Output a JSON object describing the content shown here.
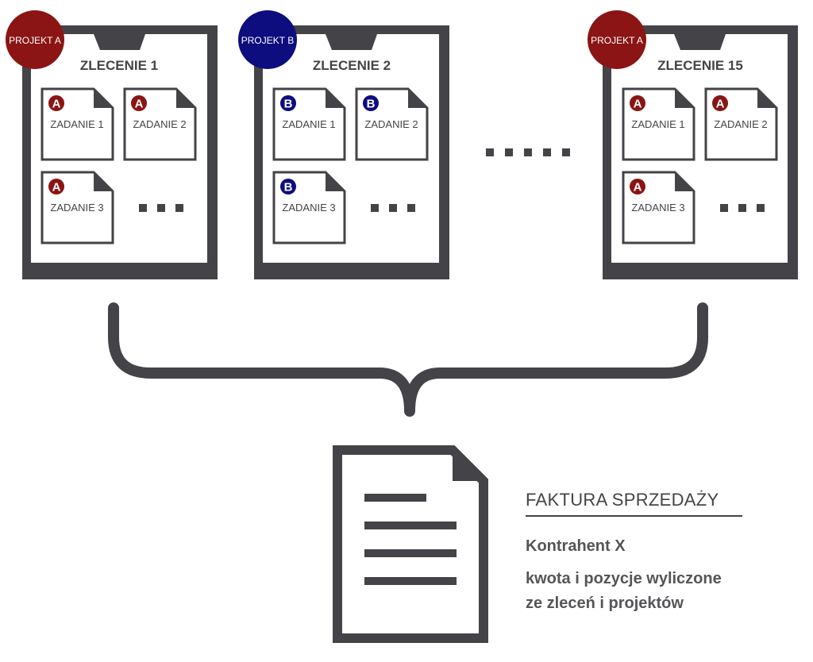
{
  "colors": {
    "dark": "#444448",
    "project_a": "#8b1414",
    "project_b": "#0d0d80",
    "background": "#ffffff"
  },
  "orders": [
    {
      "title": "ZLECENIE 1",
      "project_label": "PROJEKT A",
      "project_letter": "A",
      "tasks": [
        "ZADANIE 1",
        "ZADANIE 2",
        "ZADANIE 3"
      ]
    },
    {
      "title": "ZLECENIE 2",
      "project_label": "PROJEKT B",
      "project_letter": "B",
      "tasks": [
        "ZADANIE 1",
        "ZADANIE 2",
        "ZADANIE 3"
      ]
    },
    {
      "title": "ZLECENIE 15",
      "project_label": "PROJEKT A",
      "project_letter": "A",
      "tasks": [
        "ZADANIE 1",
        "ZADANIE 2",
        "ZADANIE 3"
      ]
    }
  ],
  "invoice": {
    "title": "FAKTURA SPRZEDAŻY",
    "contractor": "Kontrahent X",
    "description_line1": "kwota i pozycje wyliczone",
    "description_line2": "ze zleceń i projektów"
  }
}
